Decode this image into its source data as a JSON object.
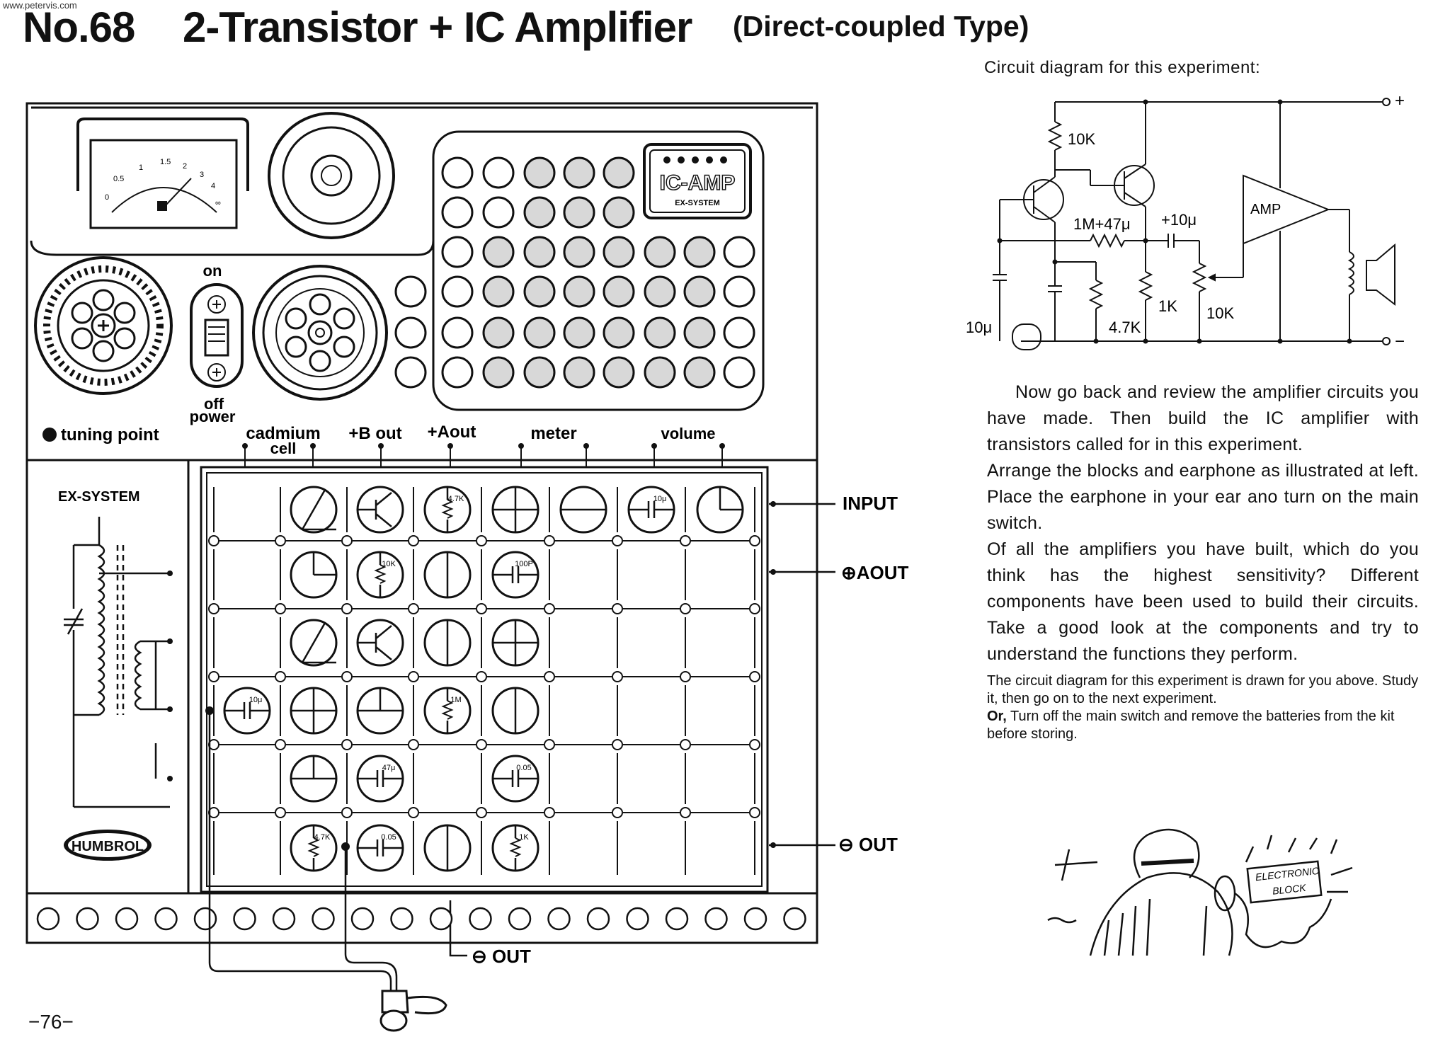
{
  "header": {
    "url": "www.petervis.com",
    "number": "No.68",
    "title": "2-Transistor + IC Amplifier",
    "subtitle": "(Direct-coupled Type)"
  },
  "circuit": {
    "caption": "Circuit diagram for this experiment:",
    "labels": {
      "r1": "10K",
      "r2": "1M+47μ",
      "c1": "+10μ",
      "amp": "AMP",
      "r3": "4.7K",
      "r4": "1K",
      "vol": "10K",
      "c2": "10μ",
      "plus": "+",
      "minus": "−"
    }
  },
  "board": {
    "meter_scale": [
      "0",
      "0.5",
      "1",
      "1.5",
      "2",
      "3",
      "4",
      "∞"
    ],
    "ic_badge": "IC-AMP",
    "ic_badge_sub": "EX-SYSTEM",
    "switch_on": "on",
    "switch_off": "off",
    "switch_power": "power",
    "tuning": "tuning point",
    "brand": "EX-SYSTEM",
    "logo": "HUMBROL",
    "terminals": {
      "cadmium": "cadmium",
      "cell": "cell",
      "bout": "+B out",
      "aout": "+Aout",
      "meter": "meter",
      "volume": "volume"
    },
    "side_labels": {
      "input": "INPUT",
      "aout": "⊕AOUT",
      "out": "⊖ OUT",
      "bottom_out": "⊖ OUT"
    },
    "block_values": {
      "r47k_a": "4.7K",
      "c10_a": "10μ",
      "r10k": "10K",
      "c100p": "100P",
      "c10_b": "10μ",
      "r1m": "1M",
      "c47": "47μ",
      "c005a": "0.05",
      "r47k_b": "4.7K",
      "c005b": "0.05",
      "r1k": "1K"
    }
  },
  "cartoon": {
    "sign_line1": "ELECTRONIC",
    "sign_line2": "BLOCK"
  },
  "text": {
    "paragraphs": [
      "Now go back and review the amplifier circuits you have made. Then build the IC amplifier with transistors called for in this experiment.",
      "Arrange the blocks and earphone as illustrated at left. Place the earphone in your ear ano turn on the main switch.",
      "Of all the amplifiers you have built, which do you think has the highest sensitivity? Different components have been used to build their circuits. Take a good look at the components and try to understand the functions they perform."
    ],
    "note": "The circuit diagram for this experiment is drawn for you above. Study it, then go on to the next experiment.",
    "or_label": "Or,",
    "or_text": "Turn off the main switch and remove the batteries from the kit before storing."
  },
  "footer": {
    "page": "−76−"
  }
}
